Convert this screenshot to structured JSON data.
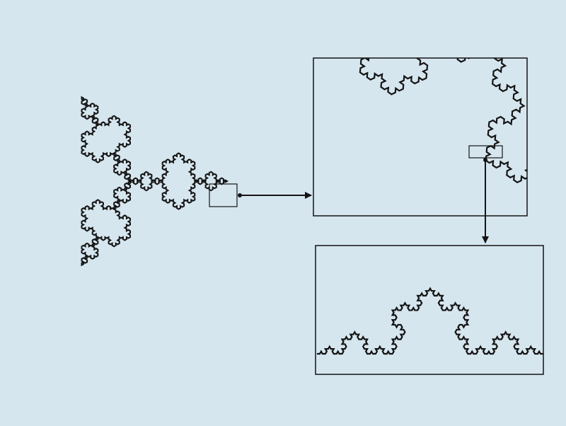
{
  "colors": {
    "background": "#d6e6ef",
    "stroke": "#141414"
  },
  "diagram": {
    "subject": "koch-snowflake-self-similarity",
    "main_iterations": 4,
    "zoom_iterations": 4,
    "panels": [
      {
        "name": "zoom-panel-1"
      },
      {
        "name": "zoom-panel-2"
      }
    ],
    "arrows": [
      {
        "name": "zoom-arrow-right",
        "from": "snowflake-selection-box",
        "to": "zoom-panel-1"
      },
      {
        "name": "zoom-arrow-down",
        "from": "zoom-selection-box",
        "to": "zoom-panel-2"
      }
    ]
  }
}
